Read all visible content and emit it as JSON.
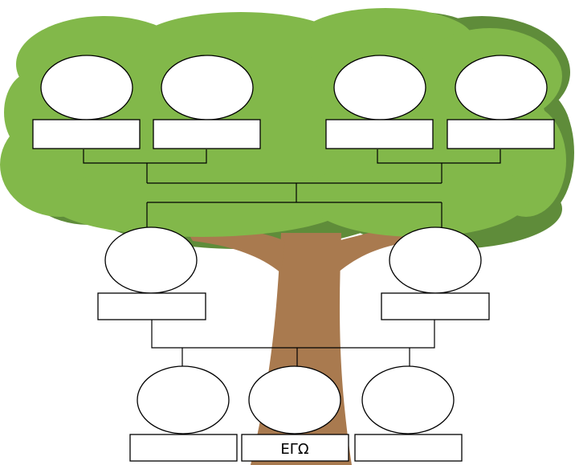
{
  "colors": {
    "foliage_light": "#82b84a",
    "foliage_shadow": "#5f8c3a",
    "trunk": "#a97a4f",
    "box_fill": "#ffffff",
    "stroke": "#000000"
  },
  "tree": {
    "grandparents": [
      {
        "photo_icon": "empty-portrait-oval",
        "name": ""
      },
      {
        "photo_icon": "empty-portrait-oval",
        "name": ""
      },
      {
        "photo_icon": "empty-portrait-oval",
        "name": ""
      },
      {
        "photo_icon": "empty-portrait-oval",
        "name": ""
      }
    ],
    "parents": [
      {
        "photo_icon": "empty-portrait-oval",
        "name": ""
      },
      {
        "photo_icon": "empty-portrait-oval",
        "name": ""
      }
    ],
    "children": [
      {
        "photo_icon": "empty-portrait-oval",
        "name": ""
      },
      {
        "photo_icon": "empty-portrait-oval",
        "name": "ΕΓΩ"
      },
      {
        "photo_icon": "empty-portrait-oval",
        "name": ""
      }
    ]
  }
}
